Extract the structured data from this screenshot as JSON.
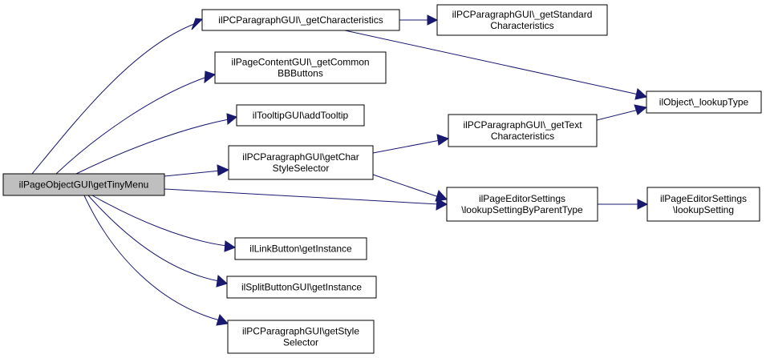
{
  "colors": {
    "node_fill": "#ffffff",
    "root_fill": "#bfbfbf",
    "node_stroke": "#000000",
    "edge": "#191970"
  },
  "nodes": {
    "root": {
      "lines": [
        "ilPageObjectGUI\\getTinyMenu"
      ]
    },
    "getchar": {
      "lines": [
        "ilPCParagraphGUI\\_getCharacteristics"
      ]
    },
    "getstd": {
      "lines": [
        "ilPCParagraphGUI\\_getStandard",
        "Characteristics"
      ]
    },
    "bbbuttons": {
      "lines": [
        "ilPageContentGUI\\_getCommon",
        "BBButtons"
      ]
    },
    "tooltip": {
      "lines": [
        "ilTooltipGUI\\addTooltip"
      ]
    },
    "charstyle": {
      "lines": [
        "ilPCParagraphGUI\\getChar",
        "StyleSelector"
      ]
    },
    "gettext": {
      "lines": [
        "ilPCParagraphGUI\\_getText",
        "Characteristics"
      ]
    },
    "lookuptype": {
      "lines": [
        "ilObject\\_lookupType"
      ]
    },
    "parenttype": {
      "lines": [
        "ilPageEditorSettings",
        "\\lookupSettingByParentType"
      ]
    },
    "lookupset": {
      "lines": [
        "ilPageEditorSettings",
        "\\lookupSetting"
      ]
    },
    "linkbtn": {
      "lines": [
        "ilLinkButton\\getInstance"
      ]
    },
    "splitbtn": {
      "lines": [
        "ilSplitButtonGUI\\getInstance"
      ]
    },
    "stylesel": {
      "lines": [
        "ilPCParagraphGUI\\getStyle",
        "Selector"
      ]
    }
  }
}
